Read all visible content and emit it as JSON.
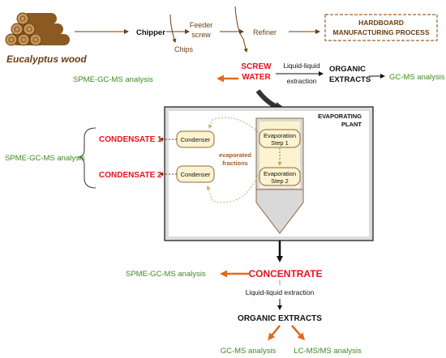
{
  "top_row": {
    "wood": "Eucalyptus wood",
    "chipper": "Chipper",
    "chips": "Chips",
    "feeder": [
      "Feeder",
      "screw"
    ],
    "refiner": "Refiner",
    "hardboard": [
      "HARDBOARD",
      "MANUFACTURING PROCESS"
    ]
  },
  "screw_water": {
    "label": [
      "SCREW",
      "WATER"
    ],
    "spme": "SPME-GC-MS analysis",
    "lle": [
      "Liquid-liquid",
      "extraction"
    ],
    "organic": [
      "ORGANIC",
      "EXTRACTS"
    ],
    "gcms": "GC-MS analysis"
  },
  "plant": {
    "title": [
      "EVAPORATING",
      "PLANT"
    ],
    "condenser_1": "Condenser",
    "condenser_2": "Condenser",
    "fractions": [
      "evaporated",
      "fractions"
    ],
    "step_1": [
      "Evaporation",
      "Step 1"
    ],
    "step_2": [
      "Evaporation",
      "Step 2"
    ]
  },
  "condensates": {
    "spme": "SPME-GC-MS analysis",
    "c1": "CONDENSATE 1",
    "c2": "CONDENSATE 2"
  },
  "concentrate": {
    "label": "CONCENTRATE",
    "spme": "SPME-GC-MS analysis",
    "lle": "Liquid-liquid extraction",
    "organic": "ORGANIC EXTRACTS",
    "gcms": "GC-MS analysis",
    "lcms": "LC-MS/MS analysis"
  },
  "colors": {
    "brown": "#6b3e13",
    "red": "#e8121d",
    "green": "#3d8b1e",
    "orange": "#e2681f",
    "cream": "#fdf3d0",
    "tan": "#d2b98c",
    "gray": "#d9d9d9"
  }
}
